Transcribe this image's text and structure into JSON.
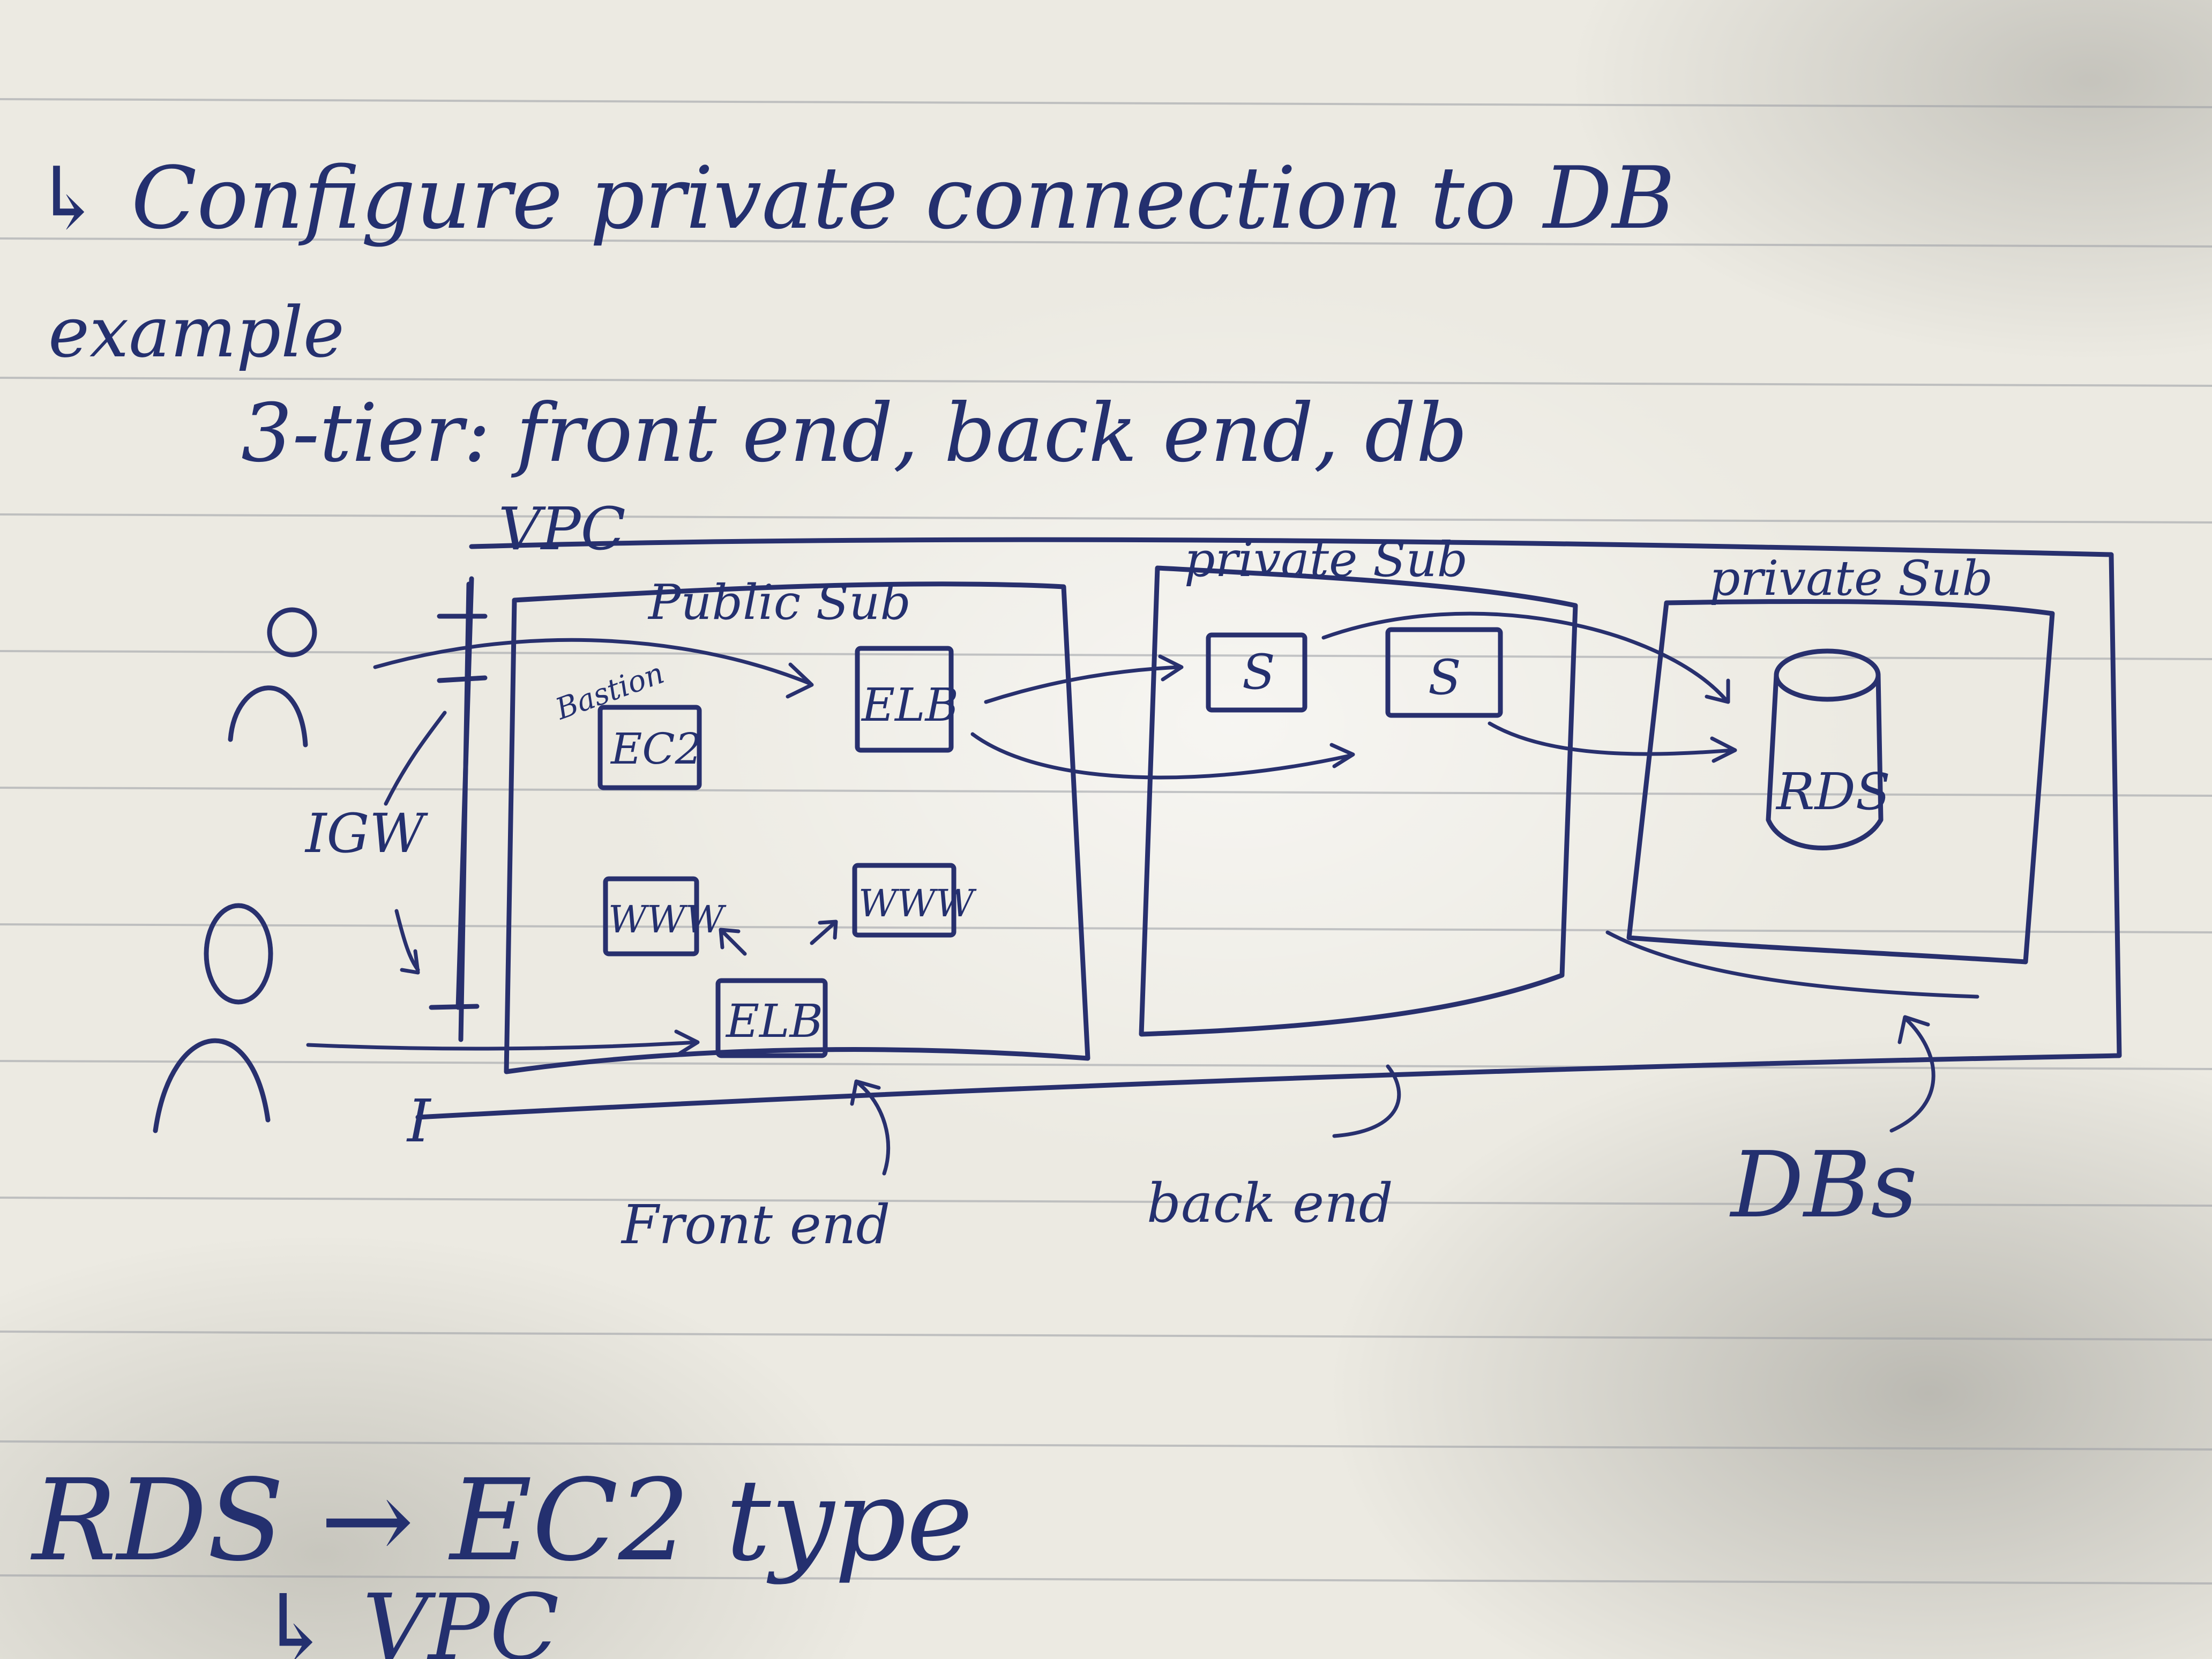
{
  "notes": {
    "line1": "↳ Configure private connection to DB",
    "line2": "example",
    "line3": "3-tier: front end, back end, db",
    "bottom_line1": "RDS → EC2 type",
    "bottom_line2": "↳ VPC"
  },
  "diagram": {
    "vpc_label": "VPC",
    "public_subnet_label": "Public Sub",
    "private_subnet_backend_label": "private Sub",
    "private_subnet_db_label": "private Sub",
    "bastion_label": "Bastion",
    "ec2_label": "EC2",
    "elb_top_label": "ELB",
    "elb_bottom_label": "ELB",
    "web_left_label": "WWW",
    "web_right_label": "WWW",
    "server1_label": "S",
    "server2_label": "S",
    "rds_label": "RDS",
    "igw_label": "IGW",
    "igw_bottom_label": "I",
    "frontend_label": "Front end",
    "backend_label": "back end",
    "dbs_label": "DBs"
  }
}
